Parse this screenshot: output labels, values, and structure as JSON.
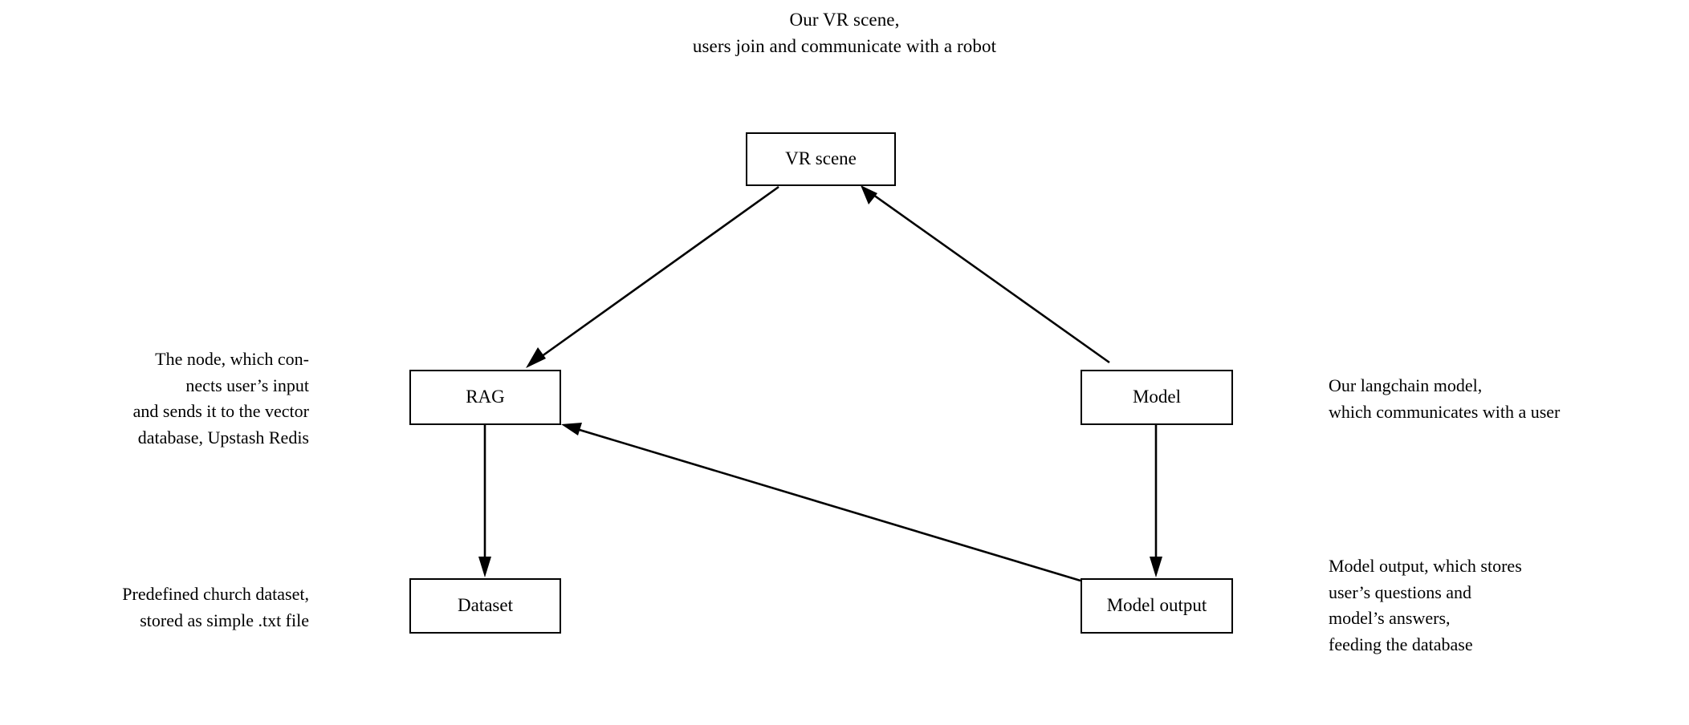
{
  "title": {
    "line1": "Our VR scene,",
    "line2": "users join and communicate with a robot"
  },
  "nodes": {
    "vr_scene": {
      "label": "VR scene"
    },
    "rag": {
      "label": "RAG"
    },
    "model": {
      "label": "Model"
    },
    "dataset": {
      "label": "Dataset"
    },
    "model_output": {
      "label": "Model output"
    }
  },
  "annotations": {
    "rag": {
      "line1": "The node, which con-",
      "line2": "nects user’s input",
      "line3": "and sends it to the vector",
      "line4": "database, Upstash Redis"
    },
    "dataset": {
      "line1": "Predefined church dataset,",
      "line2": "stored as simple .txt file"
    },
    "model": {
      "line1": "Our langchain model,",
      "line2": "which communicates with a user"
    },
    "model_output": {
      "line1": "Model output, which stores",
      "line2": "user’s questions and",
      "line3": "model’s answers,",
      "line4": "feeding the database"
    }
  },
  "colors": {
    "background": "#ffffff",
    "stroke": "#000000",
    "text": "#000000"
  }
}
